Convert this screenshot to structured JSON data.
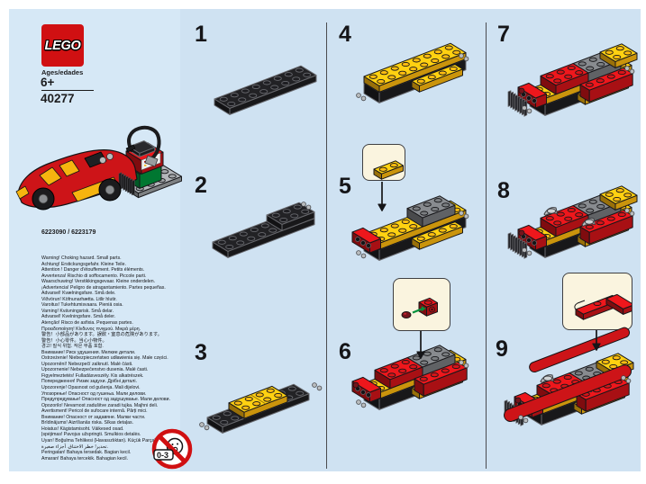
{
  "title_block": {
    "logo_text": "LEGO",
    "ages_label": "Ages/edades",
    "age_value": "6+",
    "set_number": "40277",
    "item_numbers": "6223090 / 6223179",
    "choking_age_label": "0-3"
  },
  "steps": [
    {
      "number": "1"
    },
    {
      "number": "2"
    },
    {
      "number": "3"
    },
    {
      "number": "4"
    },
    {
      "number": "5"
    },
    {
      "number": "6"
    },
    {
      "number": "7"
    },
    {
      "number": "8"
    },
    {
      "number": "9"
    }
  ],
  "warnings": [
    "Warning! Choking hazard. Small parts.",
    "Achtung! Erstickungsgefahr. Kleine Teile.",
    "Attention ! Danger d'étouffement. Petits éléments.",
    "Avvertenza! Rischio di soffocamento. Piccole parti.",
    "Waarschuwing! Verstikkingsgevaar. Kleine onderdelen.",
    "¡Advertencia! Peligro de atragantamiento. Partes pequeñas.",
    "Advarsel! Kvælningsfare. Små dele.",
    "Viðvörun! Köfnunarhætta. Litlir hlutir.",
    "Varoitus! Tukehtumisvaara. Pieniä osia.",
    "Varning! Kvävningsrisk. Små delar.",
    "Advarsel! Kvelningsfare. Små deler.",
    "Atenção! Risco de asfixia. Pequenas partes.",
    "Προειδοποίηση! Κίνδυνος πνιγμού. Μικρά μέρη.",
    "警告！小部品があります。誤飲・窒息の危険があります。",
    "警告！小心零件。当心小物件。",
    "경고! 질식 위험. 작은 부품 포함.",
    "Внимание! Риск удушения. Мелкие детали.",
    "Ostrzeżenie! Niebezpieczeństwo udławienia się. Małe części.",
    "Upozornění! Nebezpečí zalknutí. Malé části.",
    "Upozornenie! Nebezpečenstvo dusenia. Malé časti.",
    "Figyelmeztetés! Fulladásveszély. Kis alkatrészek.",
    "Попередження! Ризик задухи. Дрібні деталі.",
    "Upozorenje! Opasnost od gušenja. Mali dijelovi.",
    "Упозорење! Опасност од гушења. Мали делови.",
    "Предупредување! Опасност од задушување. Мали делови.",
    "Opozorilo! Nevarnost zadušitve zaradi tujka. Majhni deli.",
    "Avertisment! Pericol de sufocare internă. Părți mici.",
    "Внимание! Опасност от задавяне. Малки части.",
    "Brīdinājums! Aizrīšanās riska. Sīkas detaļas.",
    "Hoiatus! Kägistamisoht. Väikesed osad.",
    "Įspėjimas! Pavojus užspringti. Smulkios detalės.",
    "Uyarı! Boğulma Tehlikesi (Havasızlıktan). Küçük Parçalar.",
    "تحذير! خطر الاختناق. أجزاء صغيرة.",
    "Peringatan! Bahaya tersedak. Bagian kecil.",
    "Amaran! Bahaya tercekik. Bahagian kecil."
  ],
  "colors": {
    "page_background": "#ffffff",
    "panel_blue": "#cfe2f2",
    "sidebar_blue": "#d6e8f6",
    "lego_red": "#cd1418",
    "lego_yellow": "#f6b40f",
    "lego_black": "#1d1d20",
    "lego_gray": "#75787b",
    "lego_light_gray": "#b9bcbe",
    "lego_dark_red": "#73151c",
    "lego_green": "#00913c",
    "inset_background": "#faf4df",
    "hazard_red": "#d01012"
  }
}
